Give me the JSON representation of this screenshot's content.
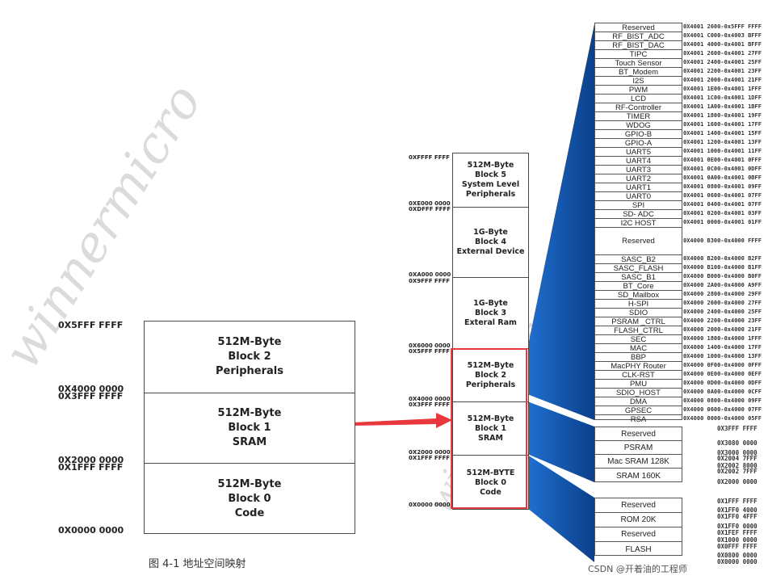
{
  "left_map": {
    "blocks": [
      {
        "label": "512M-Byte\nBlock 2\nPeripherals"
      },
      {
        "label": "512M-Byte\nBlock 1\nSRAM"
      },
      {
        "label": "512M-Byte\nBlock 0\nCode"
      }
    ],
    "addresses": [
      "0X5FFF FFFF",
      "0X4000 0000",
      "0X3FFF FFFF",
      "0X2000 0000",
      "0X1FFF FFFF",
      "0X0000 0000"
    ],
    "caption": "图 4-1 地址空间映射"
  },
  "mid_map": {
    "blocks": [
      {
        "label": "512M-Byte\nBlock 5\nSystem Level\nPeripherals"
      },
      {
        "label": "1G-Byte\nBlock 4\nExternal Device"
      },
      {
        "label": "1G-Byte\nBlock 3\nExteral Ram"
      },
      {
        "label": "512M-Byte\nBlock 2\nPeripherals"
      },
      {
        "label": "512M-Byte\nBlock 1\nSRAM"
      },
      {
        "label": "512M-BYTE\nBlock 0\nCode"
      }
    ],
    "addresses": [
      "0XFFFF FFFF",
      "0XE000 0000",
      "0XDFFF FFFF",
      "0XA000 0000",
      "0X9FFF FFFF",
      "0X6000 0000",
      "0X5FFF FFFF",
      "0X4000 0000",
      "0X3FFF FFFF",
      "0X2000 0000",
      "0X1FFF FFFF",
      "0X0000 0000"
    ]
  },
  "peripherals": [
    {
      "name": "Reserved",
      "range": "0X4001 2600-0x5FFF FFFF"
    },
    {
      "name": "RF_BIST_ADC",
      "range": "0X4001 C000-0x4003 BFFF"
    },
    {
      "name": "RF_BIST_DAC",
      "range": "0X4001 4000-0x4001 BFFF"
    },
    {
      "name": "TIPC",
      "range": "0X4001 2600-0x4001 27FF"
    },
    {
      "name": "Touch Sensor",
      "range": "0X4001 2400-0x4001 25FF"
    },
    {
      "name": "BT_Modem",
      "range": "0X4001 2200-0x4001 23FF"
    },
    {
      "name": "I2S",
      "range": "0X4001 2000-0x4001 21FF"
    },
    {
      "name": "PWM",
      "range": "0X4001 1E00-0x4001 1FFF"
    },
    {
      "name": "LCD",
      "range": "0X4001 1C00-0x4001 1DFF"
    },
    {
      "name": "RF-Controller",
      "range": "0X4001 1A00-0x4001 1BFF"
    },
    {
      "name": "TIMER",
      "range": "0X4001 1800-0x4001 19FF"
    },
    {
      "name": "WDOG",
      "range": "0X4001 1600-0x4001 17FF"
    },
    {
      "name": "GPIO-B",
      "range": "0X4001 1400-0x4001 15FF"
    },
    {
      "name": "GPIO-A",
      "range": "0X4001 1200-0x4001 13FF"
    },
    {
      "name": "UART5",
      "range": "0X4001 1000-0x4001 11FF"
    },
    {
      "name": "UART4",
      "range": "0X4001 0E00-0x4001 0FFF"
    },
    {
      "name": "UART3",
      "range": "0X4001 0C00-0x4001 0DFF"
    },
    {
      "name": "UART2",
      "range": "0X4001 0A00-0x4001 0BFF"
    },
    {
      "name": "UART1",
      "range": "0X4001 0800-0x4001 09FF"
    },
    {
      "name": "UART0",
      "range": "0X4001 0600-0x4001 07FF"
    },
    {
      "name": "SPI",
      "range": "0X4001 0400-0x4001 07FF"
    },
    {
      "name": "SD- ADC",
      "range": "0X4001 0200-0x4001 03FF"
    },
    {
      "name": "I2C HOST",
      "range": "0X4001 0000-0x4001 01FF"
    },
    {
      "name": "Reserved",
      "range": "0X4000 B300-0x4000 FFFF"
    },
    {
      "name": "SASC_B2",
      "range": "0X4000 B200-0x4000 B2FF"
    },
    {
      "name": "SASC_FLASH",
      "range": "0X4000 B100-0x4000 B1FF"
    },
    {
      "name": "SASC_B1",
      "range": "0X4000 B000-0x4000 B0FF"
    },
    {
      "name": "BT_Core",
      "range": "0X4000 2A00-0x4000 A9FF"
    },
    {
      "name": "SD_Mailbox",
      "range": "0X4000 2800-0x4000 29FF"
    },
    {
      "name": "H-SPI",
      "range": "0X4000 2600-0x4000 27FF"
    },
    {
      "name": "SDIO",
      "range": "0X4000 2400-0x4000 25FF"
    },
    {
      "name": "PSRAM _CTRL",
      "range": "0X4000 2200-0x4000 23FF"
    },
    {
      "name": "FLASH_CTRL",
      "range": "0X4000 2000-0x4000 21FF"
    },
    {
      "name": "SEC",
      "range": "0X4000 1800-0x4000 1FFF"
    },
    {
      "name": "MAC",
      "range": "0X4000 1400-0x4000 17FF"
    },
    {
      "name": "BBP",
      "range": "0X4000 1000-0x4000 13FF"
    },
    {
      "name": "MacPHY Router",
      "range": "0X4000 0F00-0x4000 0FFF"
    },
    {
      "name": "CLK-RST",
      "range": "0X4000 0E00-0x4000 0EFF"
    },
    {
      "name": "PMU",
      "range": "0X4000 0D00-0x4000 0DFF"
    },
    {
      "name": "SDIO_HOST",
      "range": "0X4000 0A00-0x4000 0CFF"
    },
    {
      "name": "DMA",
      "range": "0X4000 0800-0x4000 09FF"
    },
    {
      "name": "GPSEC",
      "range": "0X4000 0600-0x4000 07FF"
    },
    {
      "name": "RSA",
      "range": "0X4000 0000-0x4000 05FF"
    }
  ],
  "sram": {
    "rows": [
      "Reserved",
      "PSRAM",
      "Mac SRAM 128K",
      "SRAM 160K"
    ],
    "addresses": [
      "0X3FFF FFFF",
      "0X3080 0000",
      "0X3000 0000",
      "0X2004 7FFF",
      "0X2002 8000",
      "0X2002 7FFF",
      "0X2000 0000"
    ]
  },
  "code": {
    "rows": [
      "Reserved",
      "ROM 20K",
      "Reserved",
      "FLASH"
    ],
    "addresses": [
      "0X1FFF FFFF",
      "0X1FF0 4000",
      "0X1FF0 4FFF",
      "0X1FF0 0000",
      "0X1FEF FFFF",
      "0X1000 0000",
      "0X0FFF FFFF",
      "0X0800 0000",
      "0X0000 0000"
    ]
  },
  "footer": "CSDN @开着油的工程师",
  "watermark": "winnermicro",
  "colors": {
    "highlight": "#e8383d",
    "fan": "#1a5fb4",
    "fan_dark": "#0d3d85"
  }
}
